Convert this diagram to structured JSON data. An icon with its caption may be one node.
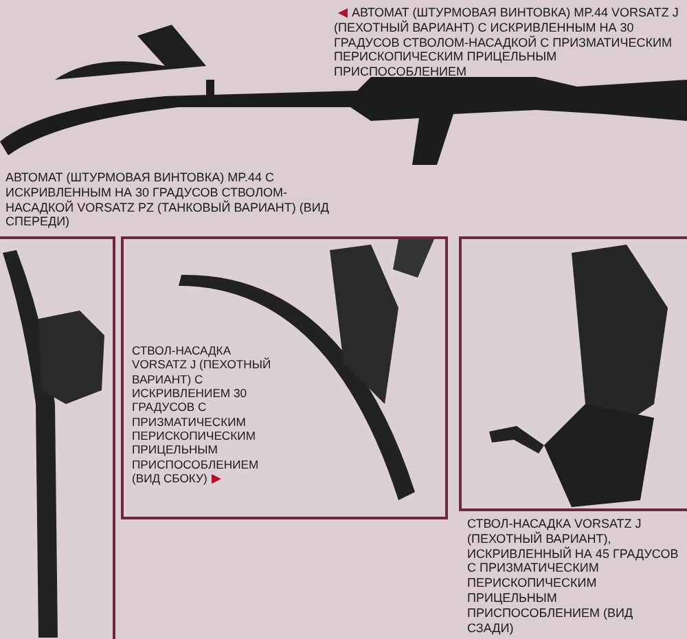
{
  "diagram": {
    "labels": [
      "АВТОМАТ (ШТУРМОВАЯ ВИНТОВКА) MP.44 VORSATZ J (ПЕХОТНЫЙ ВАРИАНТ) С ИСКРИВЛЕННЫМ НА 30 ГРАДУСОВ СТВОЛОМ-НАСАДКОЙ С ПРИЗМАТИЧЕСКИМ ПЕРИСКОПИЧЕСКИМ ПРИЦЕЛЬНЫМ ПРИСПОСОБЛЕНИЕМ",
      "АВТОМАТ (ШТУРМОВАЯ ВИНТОВКА) MP.44 С ИСКРИВЛЕННЫМ НА 30 ГРАДУСОВ СТВОЛОМ-НАСАДКОЙ VORSATZ PZ (ТАНКОВЫЙ ВАРИАНТ) (ВИД СПЕРЕДИ)",
      "СТВОЛ-НАСАДКА VORSATZ J (ПЕХОТНЫЙ ВАРИАНТ) С ИСКРИВЛЕНИЕМ 30 ГРАДУСОВ С ПРИЗМАТИЧЕСКИМ ПЕРИСКОПИЧЕСКИМ ПРИЦЕЛЬНЫМ ПРИСПОСОБЛЕНИЕМ (ВИД СБОКУ)",
      "СТВОЛ-НАСАДКА VORSATZ J (ПЕХОТНЫЙ ВАРИАНТ), ИСКРИВЛЕННЫЙ НА 45 ГРАДУСОВ С ПРИЗМАТИЧЕСКИМ ПЕРИСКОПИЧЕСКИМ ПРИЦЕЛЬНЫМ ПРИСПОСОБЛЕНИЕМ (ВИД СЗАДИ)"
    ]
  }
}
